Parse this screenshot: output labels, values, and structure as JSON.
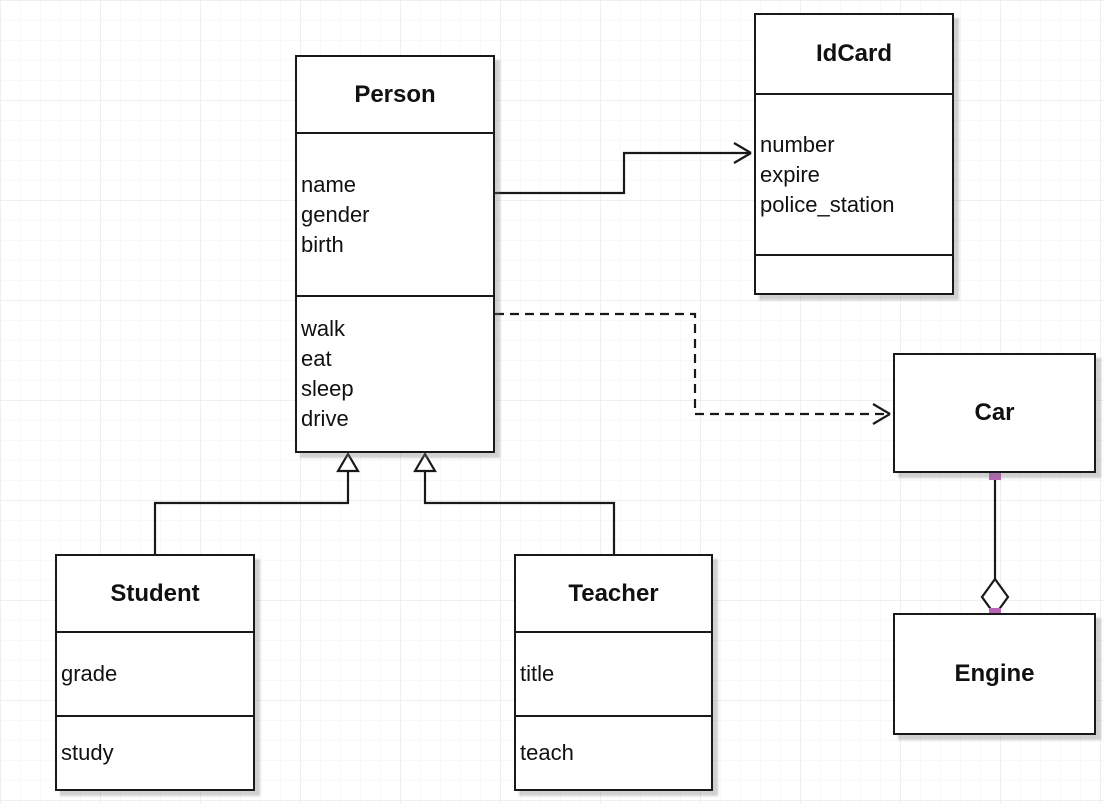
{
  "diagram": {
    "classes": [
      {
        "name": "Person",
        "attributes": [
          "name",
          "gender",
          "birth"
        ],
        "methods": [
          "walk",
          "eat",
          "sleep",
          "drive"
        ]
      },
      {
        "name": "IdCard",
        "attributes": [
          "number",
          "expire",
          "police_station"
        ],
        "methods": []
      },
      {
        "name": "Car",
        "attributes": [],
        "methods": []
      },
      {
        "name": "Engine",
        "attributes": [],
        "methods": []
      },
      {
        "name": "Student",
        "attributes": [
          "grade"
        ],
        "methods": [
          "study"
        ]
      },
      {
        "name": "Teacher",
        "attributes": [
          "title"
        ],
        "methods": [
          "teach"
        ]
      }
    ],
    "relationships": [
      {
        "from": "Person",
        "to": "IdCard",
        "type": "association",
        "line": "solid",
        "arrow": "open-arrow"
      },
      {
        "from": "Person",
        "to": "Car",
        "type": "dependency",
        "line": "dashed",
        "arrow": "open-arrow"
      },
      {
        "from": "Student",
        "to": "Person",
        "type": "generalization",
        "line": "solid",
        "arrow": "hollow-triangle"
      },
      {
        "from": "Teacher",
        "to": "Person",
        "type": "generalization",
        "line": "solid",
        "arrow": "hollow-triangle"
      },
      {
        "from": "Car",
        "to": "Engine",
        "type": "aggregation",
        "line": "solid",
        "arrow": "hollow-diamond"
      }
    ],
    "colors": {
      "line": "#191919",
      "box_fill": "#ffffff",
      "background": "#ffffff",
      "grid_line": "#efefef",
      "endpoint_handle": "#b865b8"
    }
  }
}
